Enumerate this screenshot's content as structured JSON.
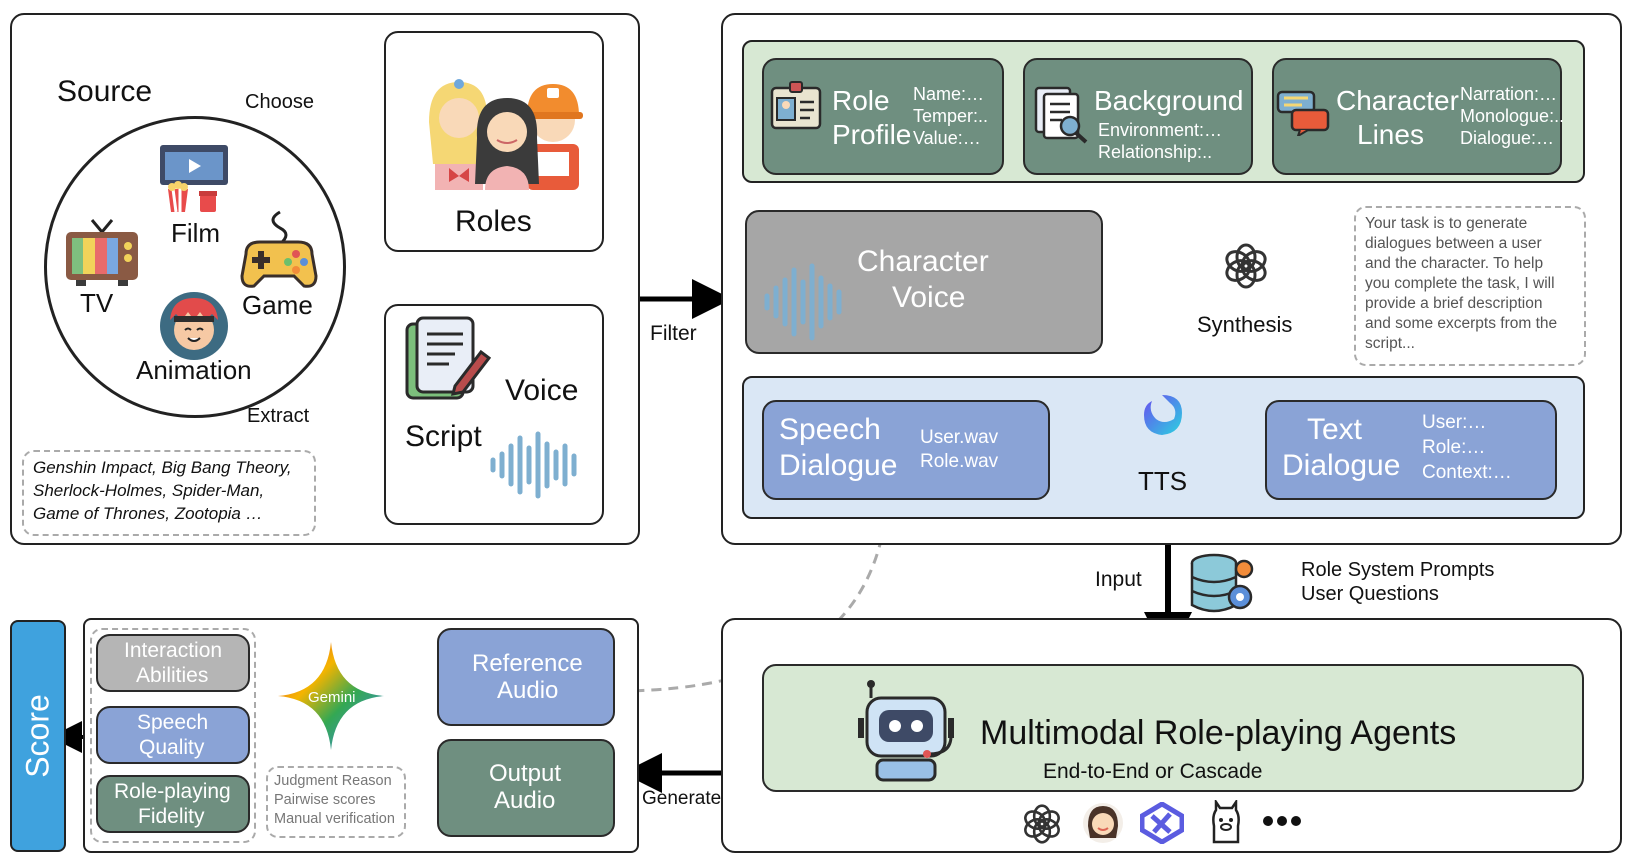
{
  "source": {
    "title": "Source",
    "items": [
      "Film",
      "TV",
      "Game",
      "Animation"
    ],
    "choose": "Choose",
    "extract": "Extract",
    "examples": [
      "Genshin Impact, Big Bang Theory,",
      "Sherlock-Holmes, Spider-Man,",
      "Game of Thrones, Zootopia …"
    ]
  },
  "roles": {
    "label": "Roles"
  },
  "script_voice": {
    "voice": "Voice",
    "script": "Script"
  },
  "filter": "Filter",
  "profile_cards": {
    "role_profile": {
      "title": [
        "Role",
        "Profile"
      ],
      "fields": [
        "Name:…",
        "Temper:..",
        "Value:…"
      ]
    },
    "background": {
      "title": "Background",
      "fields": [
        "Environment:…",
        "Relationship:.."
      ]
    },
    "character_lines": {
      "title": [
        "Character",
        "Lines"
      ],
      "fields": [
        "Narration:…",
        "Monologue:..",
        "Dialogue:…"
      ]
    }
  },
  "character_voice": [
    "Character",
    "Voice"
  ],
  "synthesis": "Synthesis",
  "prompt_text": [
    "Your task is to generate",
    "dialogues between a user",
    "and the character. To help",
    "you complete the task, I will",
    "provide a brief description",
    "and some excerpts from the",
    "script..."
  ],
  "speech_dialogue": {
    "title": [
      "Speech",
      "Dialogue"
    ],
    "files": [
      "User.wav",
      "Role.wav"
    ]
  },
  "tts": "TTS",
  "text_dialogue": {
    "title": [
      "Text",
      "Dialogue"
    ],
    "fields": [
      "User:…",
      "Role:…",
      "Context:…"
    ]
  },
  "input": "Input",
  "db_labels": [
    "Role System Prompts",
    "User Questions"
  ],
  "agents": {
    "title": "Multimodal Role-playing Agents",
    "subtitle": "End-to-End or Cascade"
  },
  "generate": "Generate",
  "reference_audio": [
    "Reference",
    "Audio"
  ],
  "output_audio": [
    "Output",
    "Audio"
  ],
  "gemini": "Gemini",
  "judgment": [
    "Judgment Reason",
    "Pairwise scores",
    "Manual verification"
  ],
  "criteria": [
    {
      "lines": [
        "Interaction",
        "Abilities"
      ],
      "color": "#b5b5b5"
    },
    {
      "lines": [
        "Speech",
        "Quality"
      ],
      "color": "#8aa3d6"
    },
    {
      "lines": [
        "Role-playing",
        "Fidelity"
      ],
      "color": "#6f8f80"
    }
  ],
  "score": "Score",
  "colors": {
    "green_bg": "#d7e8d3",
    "card_teal": "#6f8f80",
    "gray_card": "#a6a6a6",
    "blue_bg": "#dae7f5",
    "blue_card": "#8aa3d6",
    "score_blue": "#3fa2de",
    "arrow_green": "#5f8f64",
    "tts_arrow": "#2c6b85"
  }
}
